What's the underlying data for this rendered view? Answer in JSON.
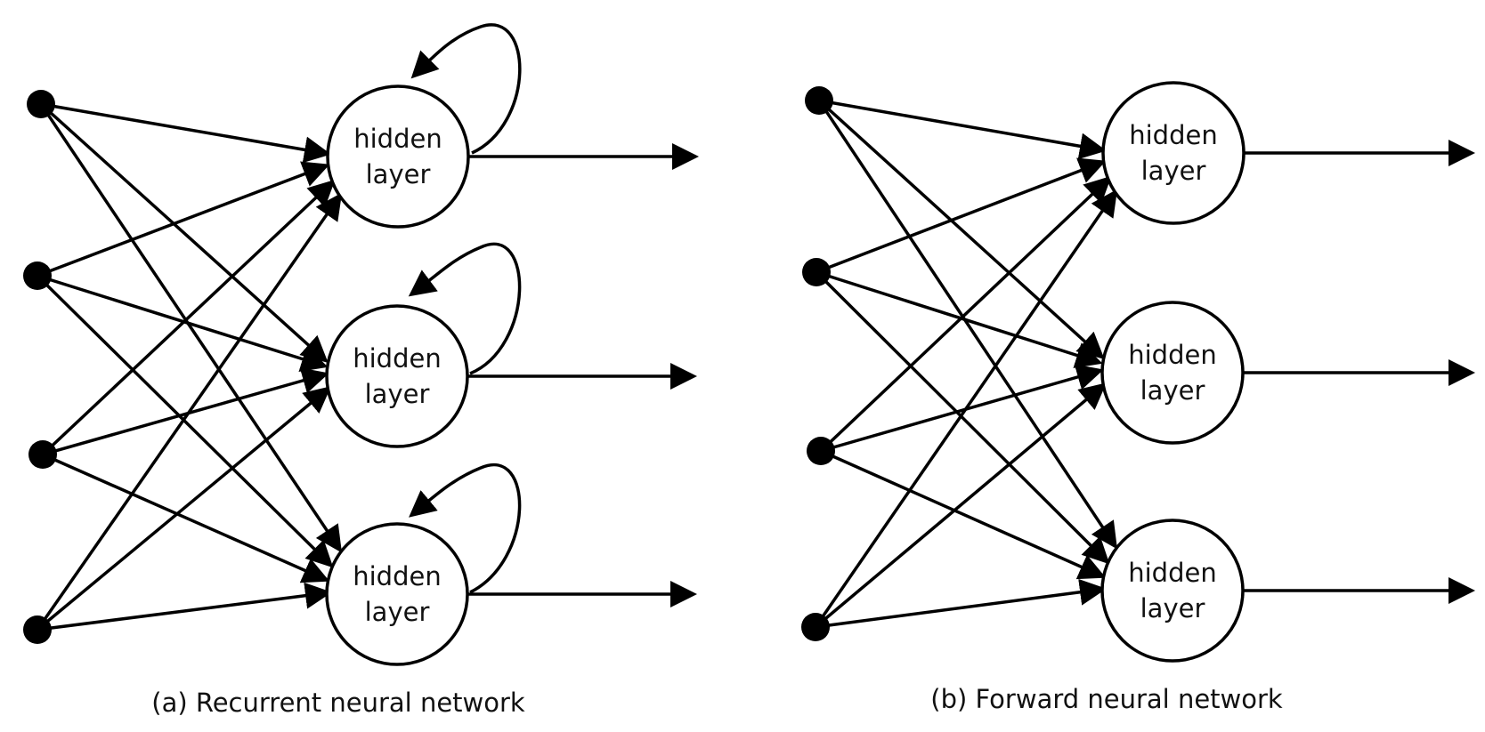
{
  "panels": [
    {
      "id": "a",
      "caption": "(a) Recurrent neural network",
      "recurrent": true,
      "hidden_labels": [
        {
          "line1": "hidden",
          "line2": "layer"
        },
        {
          "line1": "hidden",
          "line2": "layer"
        },
        {
          "line1": "hidden",
          "line2": "layer"
        }
      ],
      "input_count": 4
    },
    {
      "id": "b",
      "caption": "(b) Forward neural network",
      "recurrent": false,
      "hidden_labels": [
        {
          "line1": "hidden",
          "line2": "layer"
        },
        {
          "line1": "hidden",
          "line2": "layer"
        },
        {
          "line1": "hidden",
          "line2": "layer"
        }
      ],
      "input_count": 4
    }
  ]
}
